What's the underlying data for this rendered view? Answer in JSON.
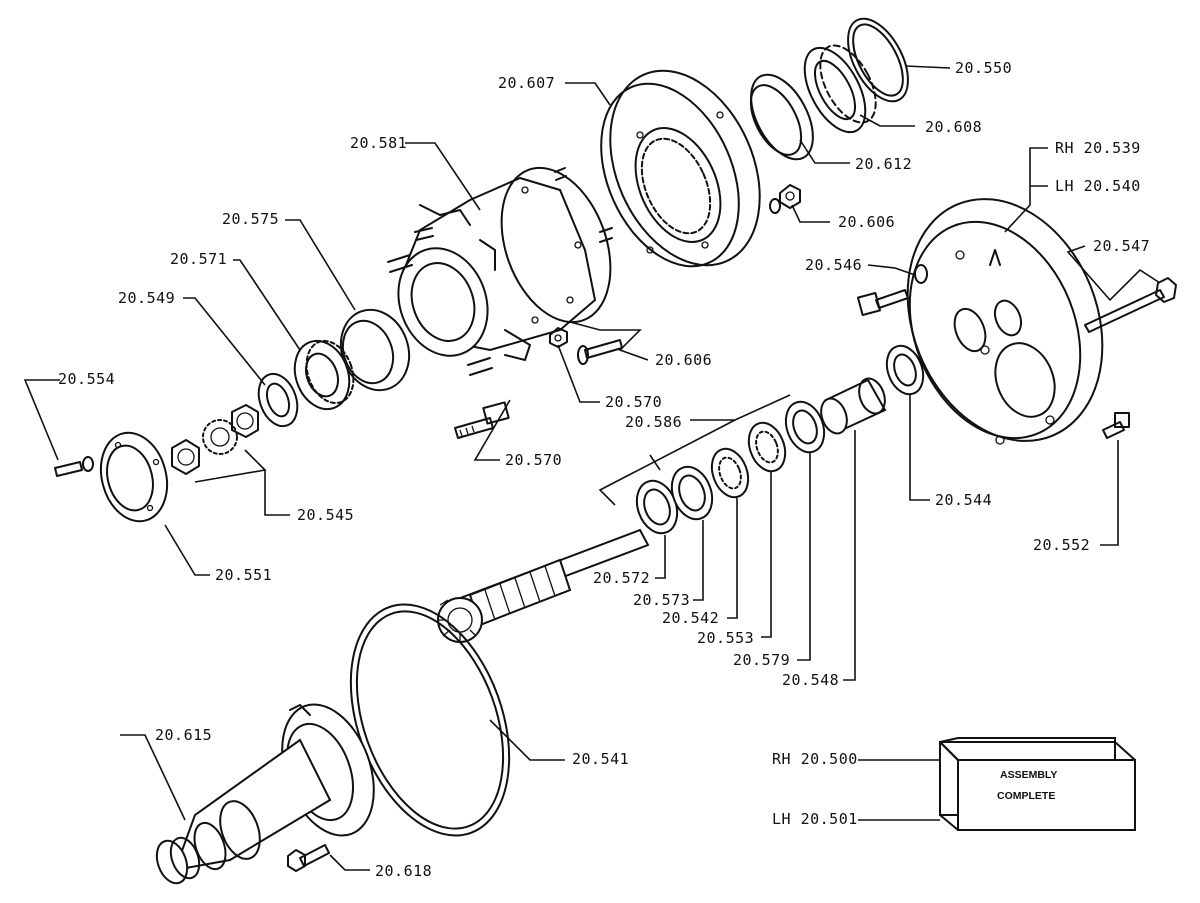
{
  "labels": {
    "p20550": "20.550",
    "p20607": "20.607",
    "p20608": "20.608",
    "p20581": "20.581",
    "p20612": "20.612",
    "p20539": "RH 20.539",
    "p20540": "LH 20.540",
    "p20606a": "20.606",
    "p20575": "20.575",
    "p20547": "20.547",
    "p20546": "20.546",
    "p20571": "20.571",
    "p20549": "20.549",
    "p20606b": "20.606",
    "p20554": "20.554",
    "p20570a": "20.570",
    "p20586": "20.586",
    "p20570b": "20.570",
    "p20545": "20.545",
    "p20544": "20.544",
    "p20552": "20.552",
    "p20551": "20.551",
    "p20572": "20.572",
    "p20573": "20.573",
    "p20542": "20.542",
    "p20553": "20.553",
    "p20579": "20.579",
    "p20548": "20.548",
    "p20615": "20.615",
    "p20541": "20.541",
    "p20500": "RH 20.500",
    "p20501": "LH 20.501",
    "p20618": "20.618"
  },
  "assembly_box": {
    "line1": "ASSEMBLY",
    "line2": "COMPLETE"
  }
}
